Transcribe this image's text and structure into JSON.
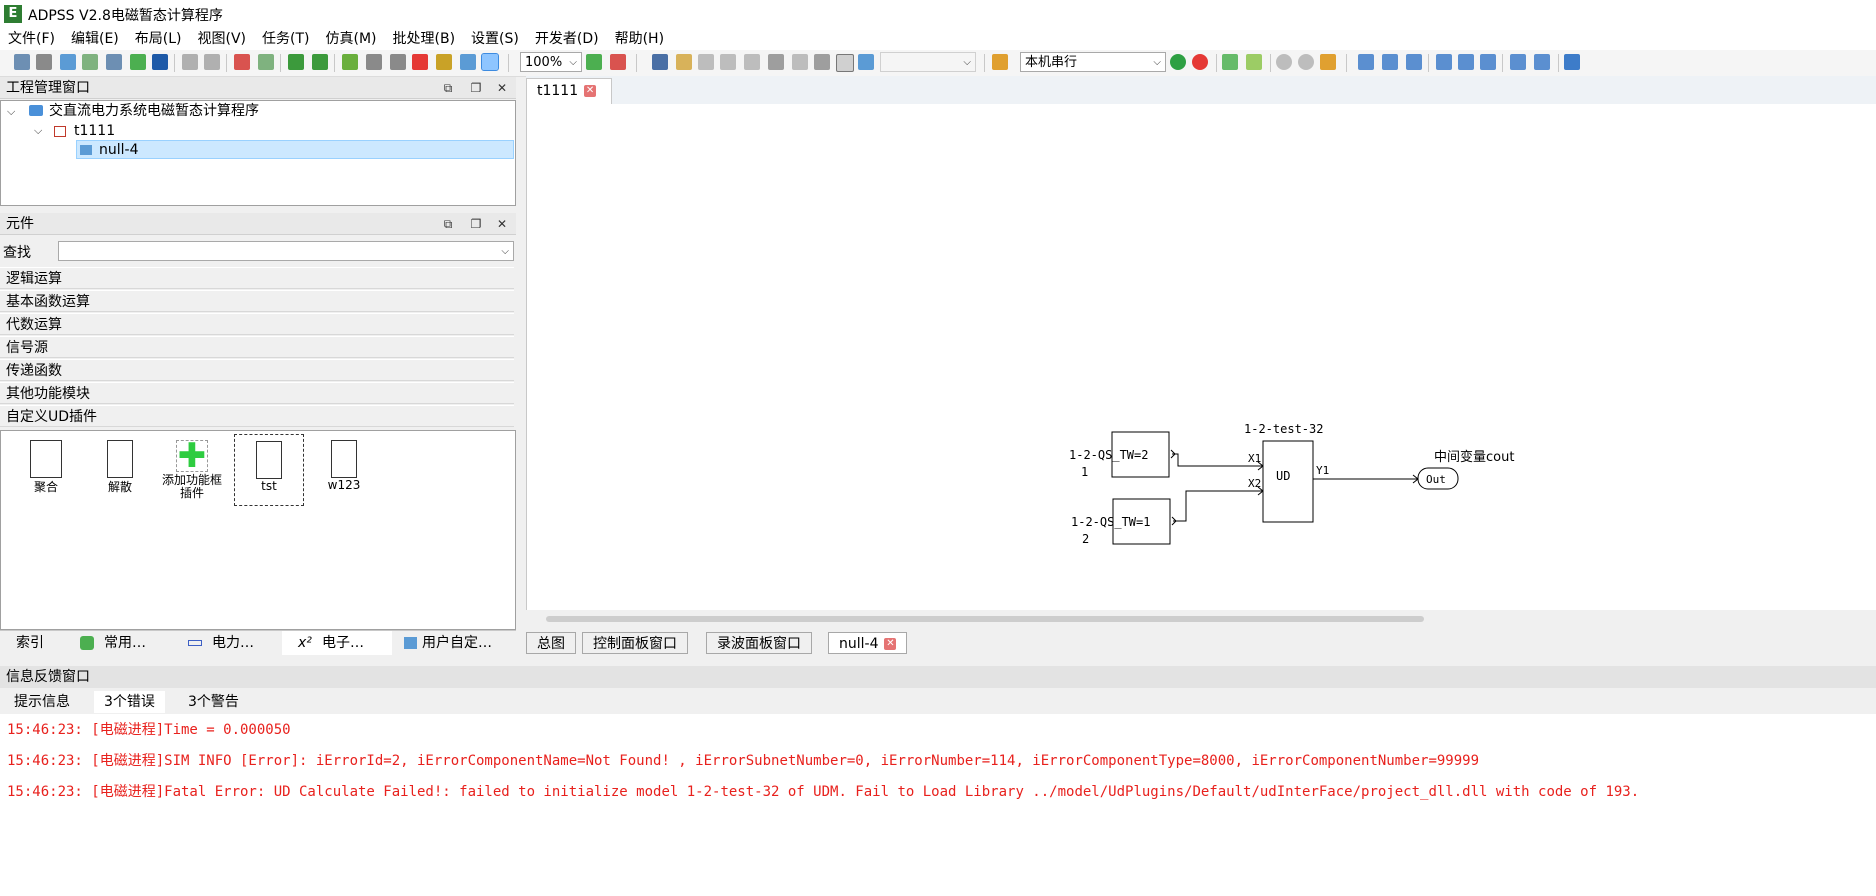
{
  "app": {
    "title": "ADPSS V2.8电磁暂态计算程序",
    "logo_letter": "E"
  },
  "menu": [
    "文件(F)",
    "编辑(E)",
    "布局(L)",
    "视图(V)",
    "任务(T)",
    "仿真(M)",
    "批处理(B)",
    "设置(S)",
    "开发者(D)",
    "帮助(H)"
  ],
  "toolbar": {
    "zoom": "100%",
    "run_mode": "本机串行"
  },
  "project_panel": {
    "title": "工程管理窗口",
    "tree": {
      "root": "交直流电力系统电磁暂态计算程序",
      "project": "t1111",
      "item": "null-4"
    }
  },
  "component_panel": {
    "title": "元件",
    "search_label": "查找",
    "categories": [
      "逻辑运算",
      "基本函数运算",
      "代数运算",
      "信号源",
      "传递函数",
      "其他功能模块",
      "自定义UD插件"
    ],
    "palette": [
      "聚合",
      "解散",
      "添加功能框插件",
      "tst",
      "w123"
    ],
    "tabs": [
      "索引",
      "常用…",
      "电力…",
      "电子…",
      "用户自定…"
    ],
    "tab_x2_prefix": "x²"
  },
  "document": {
    "active_tab": "t1111",
    "bottom_tabs": [
      "总图",
      "控制面板窗口",
      "录波面板窗口",
      "null-4"
    ]
  },
  "diagram": {
    "block1_label": "1-2-QS_TW=2",
    "block1_num": "1",
    "block2_label": "1-2-QS_TW=1",
    "block2_num": "2",
    "ud_title": "1-2-test-32",
    "ud_text": "UD",
    "port_x1": "X1",
    "port_x2": "X2",
    "port_y1": "Y1",
    "out_text": "Out",
    "out_label": "中间变量cout"
  },
  "info": {
    "title": "信息反馈窗口",
    "tabs": [
      "提示信息",
      "3个错误",
      "3个警告"
    ],
    "logs": [
      "15:46:23: [电磁进程]Time = 0.000050",
      "15:46:23: [电磁进程]SIM INFO [Error]: iErrorId=2, iErrorComponentName=Not Found! , iErrorSubnetNumber=0, iErrorNumber=114, iErrorComponentType=8000, iErrorComponentNumber=99999",
      "15:46:23: [电磁进程]Fatal Error: UD Calculate Failed!: failed to initialize model 1-2-test-32 of UDM. Fail to Load Library ../model/UdPlugins/Default/udInterFace/project_dll.dll with code of 193."
    ]
  }
}
